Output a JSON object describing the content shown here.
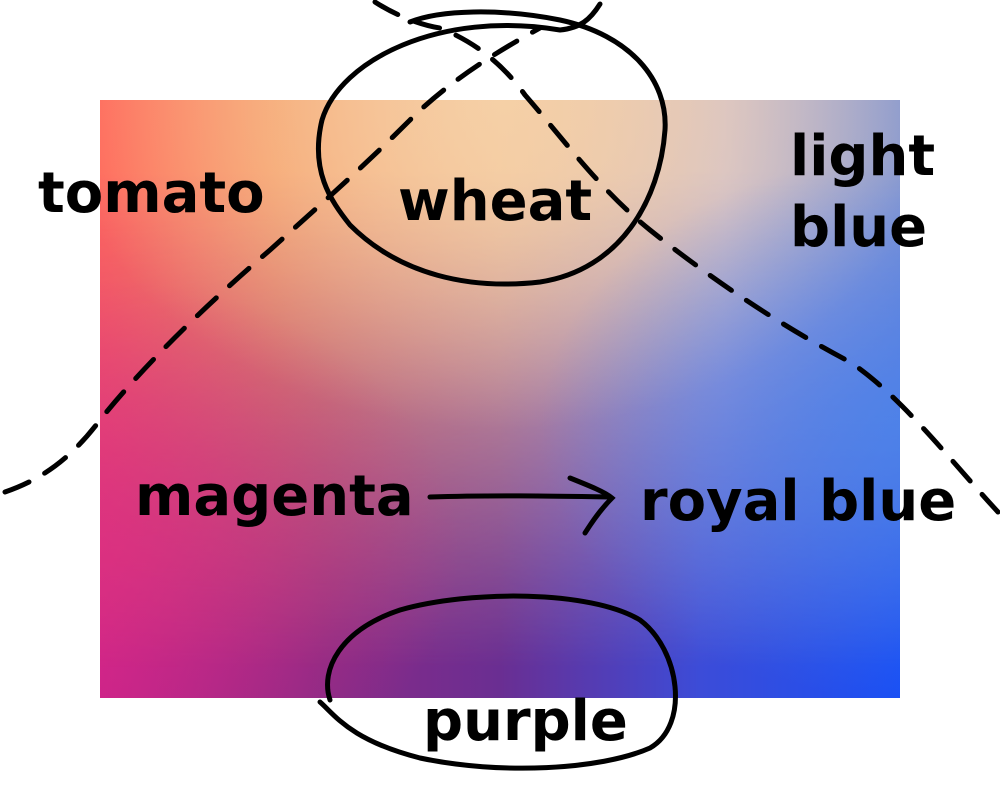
{
  "labels": {
    "tomato": "tomato",
    "wheat": "wheat",
    "light_blue_line1": "light",
    "light_blue_line2": "blue",
    "magenta": "magenta",
    "royal_blue": "royal blue",
    "purple": "purple"
  },
  "colors": {
    "tomato": "#ff6347",
    "wheat": "#f5deb3",
    "light_blue": "#add8e6",
    "magenta": "#c71585",
    "royal_blue": "#1e50f0",
    "purple": "#5a1a82",
    "ink": "#000000"
  }
}
